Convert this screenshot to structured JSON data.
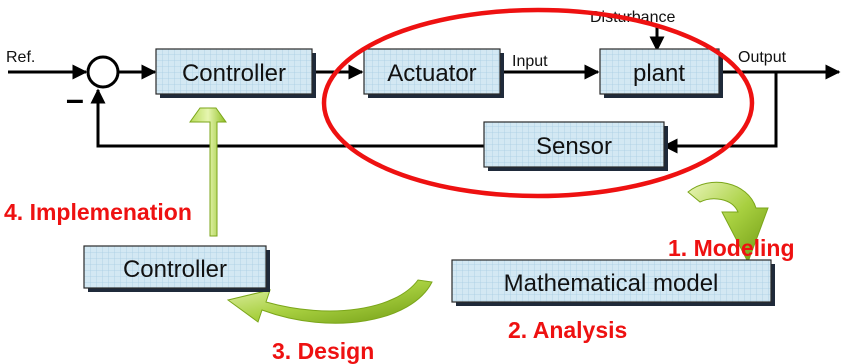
{
  "blocks": {
    "controller_top": "Controller",
    "actuator": "Actuator",
    "plant": "plant",
    "sensor": "Sensor",
    "controller_bottom": "Controller",
    "model": "Mathematical model"
  },
  "signals": {
    "reference": "Ref.",
    "disturbance": "Disturbance",
    "input": "Input",
    "output": "Output",
    "negative_sign": "–"
  },
  "steps": {
    "modeling": "1. Modeling",
    "analysis": "2. Analysis",
    "design": "3. Design",
    "implementation": "4. Implemenation"
  },
  "colors": {
    "box_fill": "#d3e8f3",
    "box_grid": "#9ec3dc",
    "highlight_ellipse": "#ee1111",
    "step_text": "#ee1111",
    "arrow_green": "#8fbf22"
  }
}
